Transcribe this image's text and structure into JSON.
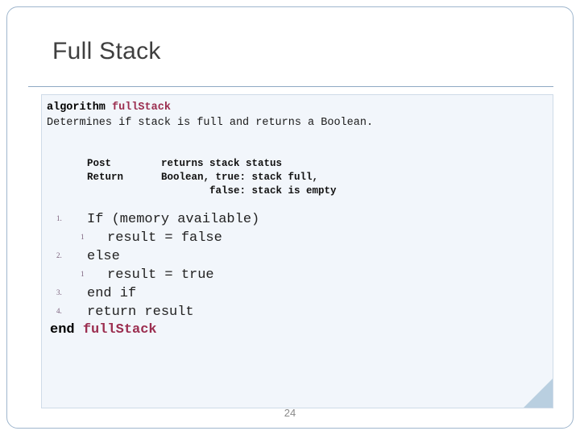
{
  "slide": {
    "title": "Full Stack",
    "page_number": "24",
    "accent_color": "#9b2d4f",
    "border_color": "#9fb6cd",
    "code_background": "#f2f6fb"
  },
  "algorithm": {
    "header_keyword": "algorithm",
    "header_name": "fullStack",
    "description": "Determines if stack is full and returns a Boolean.",
    "pre_post": [
      {
        "label": "Post",
        "text": "returns stack status"
      },
      {
        "label": "Return",
        "text": "Boolean, true: stack full,"
      },
      {
        "label": "",
        "text": "        false: stack is empty"
      }
    ],
    "lines": [
      {
        "number": "1.",
        "indent": 1,
        "text": "If (memory available)"
      },
      {
        "number": "1",
        "indent": 2,
        "text": "result = false"
      },
      {
        "number": "2.",
        "indent": 1,
        "text": "else"
      },
      {
        "number": "1",
        "indent": 2,
        "text": "result = true"
      },
      {
        "number": "3.",
        "indent": 1,
        "text": "end if"
      },
      {
        "number": "4.",
        "indent": 1,
        "text": "return result"
      }
    ],
    "end_keyword": "end",
    "end_name": "fullStack"
  }
}
